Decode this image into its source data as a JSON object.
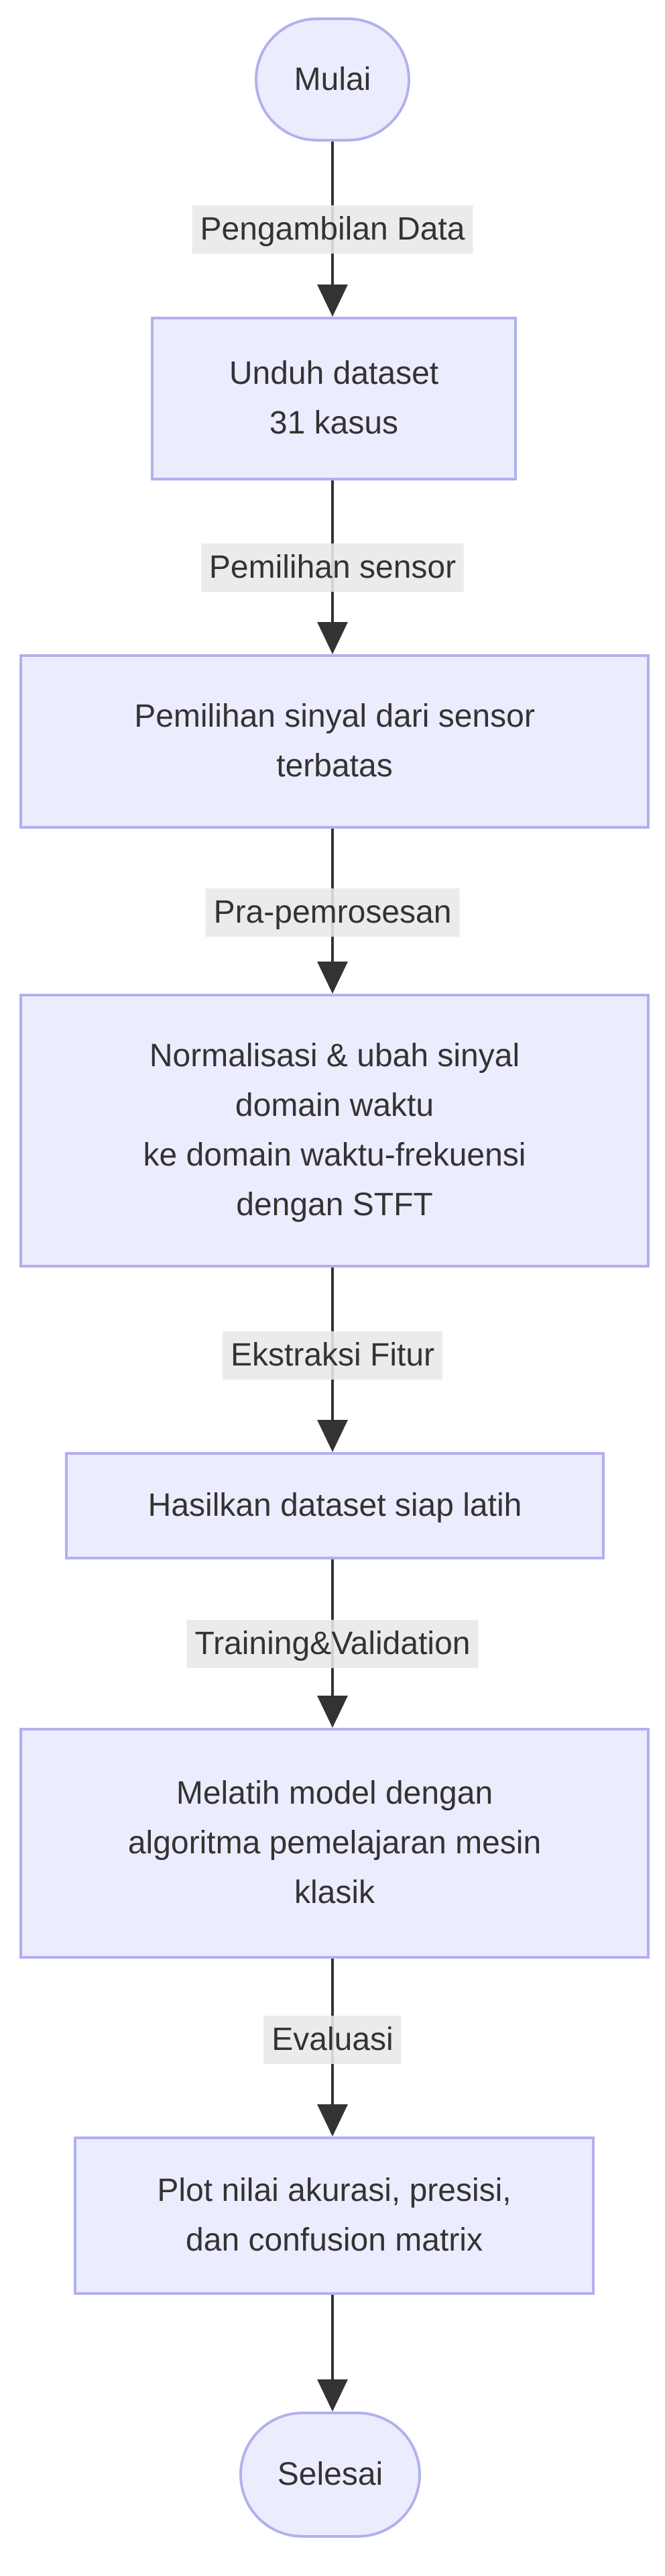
{
  "diagram": {
    "type": "flowchart",
    "direction": "top-down",
    "nodes": {
      "start": {
        "shape": "stadium",
        "label": "Mulai"
      },
      "download": {
        "shape": "rect",
        "label": "Unduh dataset\n31 kasus"
      },
      "sensor_pick": {
        "shape": "rect",
        "label": "Pemilihan sinyal dari sensor\nterbatas"
      },
      "preprocess": {
        "shape": "rect",
        "label": "Normalisasi & ubah sinyal\ndomain waktu\nke domain waktu-frekuensi\ndengan STFT"
      },
      "dataset_ready": {
        "shape": "rect",
        "label": "Hasilkan dataset siap latih"
      },
      "train_model": {
        "shape": "rect",
        "label": "Melatih model dengan\nalgoritma pemelajaran mesin\nklasik"
      },
      "plot_results": {
        "shape": "rect",
        "label": "Plot nilai akurasi, presisi,\ndan confusion matrix"
      },
      "end": {
        "shape": "stadium",
        "label": "Selesai"
      }
    },
    "edge_labels": {
      "e1": "Pengambilan Data",
      "e2": "Pemilihan sensor",
      "e3": "Pra-pemrosesan",
      "e4": "Ekstraksi Fitur",
      "e5": "Training&Validation",
      "e6": "Evaluasi"
    },
    "colors": {
      "node_fill": "#ECECFF",
      "node_border": "#B1B0EE",
      "edge_line": "#333333",
      "edge_label_bg": "#E8E8E8",
      "text": "#333333",
      "background": "#FFFFFF"
    }
  }
}
